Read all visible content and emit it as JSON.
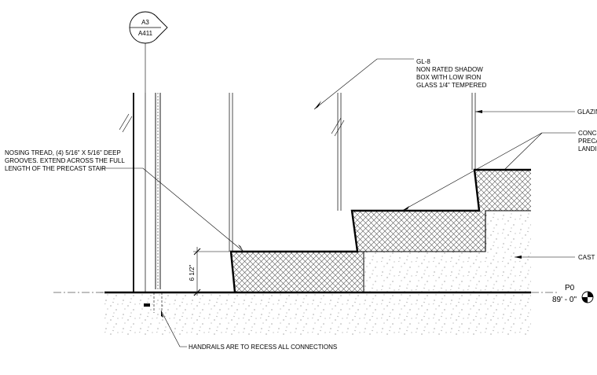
{
  "section_marker": {
    "detail_ref": "A3",
    "sheet_ref": "A411"
  },
  "notes": {
    "glass": [
      "GL-8",
      "NON RATED SHADOW",
      "BOX WITH LOW IRON",
      "GLASS 1/4\" TEMPERED"
    ],
    "glazing": "GLAZIN",
    "precast_landing": [
      "CONC-",
      "PRECA",
      "LANDIN"
    ],
    "nosing": [
      "NOSING TREAD, (4) 5/16\" X 5/16\" DEEP",
      "GROOVES. EXTEND ACROSS THE FULL",
      "LENGTH OF THE PRECAST STAIR"
    ],
    "cast_in_place": "CAST I",
    "handrails": "HANDRAILS ARE TO RECESS ALL CONNECTIONS"
  },
  "dimension": {
    "riser": "6 1/2\""
  },
  "level": {
    "name": "P0",
    "elevation": "89' - 0\""
  }
}
